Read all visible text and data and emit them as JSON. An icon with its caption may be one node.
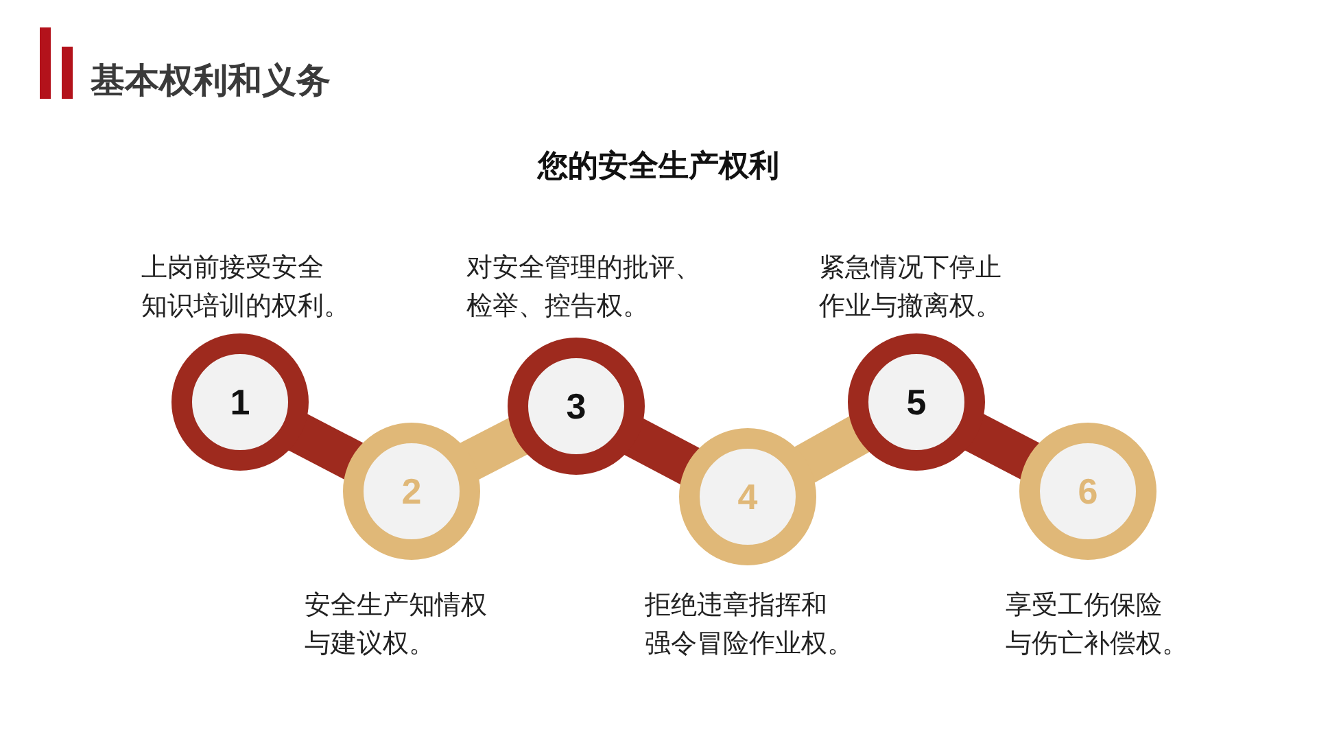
{
  "diagram": {
    "title": "基本权利和义务",
    "nodes": [
      {
        "text": [
          "1"
        ],
        "beside": [
          "上岗前接受安全知识培训的权利。"
        ]
      },
      {
        "text": [
          "2"
        ],
        "beside": [
          "安全生产知情权与建议权。"
        ]
      },
      {
        "text": [
          "3"
        ],
        "beside": [
          "对安全管理的批评、检举、控告权。"
        ]
      },
      {
        "text": [
          "4"
        ],
        "beside": [
          "拒绝违章指挥和强令冒险作业权。"
        ]
      },
      {
        "text": [
          "5"
        ],
        "beside": [
          "紧急情况下停止作业与撤离权。"
        ]
      },
      {
        "text": [
          "6"
        ],
        "beside": [
          "享受工伤保险与伤亡补偿权。"
        ]
      }
    ],
    "edges": [
      {
        "from": 0,
        "to": 1,
        "arrow": "none"
      },
      {
        "from": 1,
        "to": 2,
        "arrow": "none",
        "color": "#e0b878"
      },
      {
        "from": 2,
        "to": 3,
        "arrow": "none"
      },
      {
        "from": 3,
        "to": 4,
        "arrow": "none",
        "color": "#e0b878"
      },
      {
        "from": 4,
        "to": 5,
        "arrow": "none"
      }
    ],
    "labels": [
      "您的安全生产权利"
    ]
  }
}
